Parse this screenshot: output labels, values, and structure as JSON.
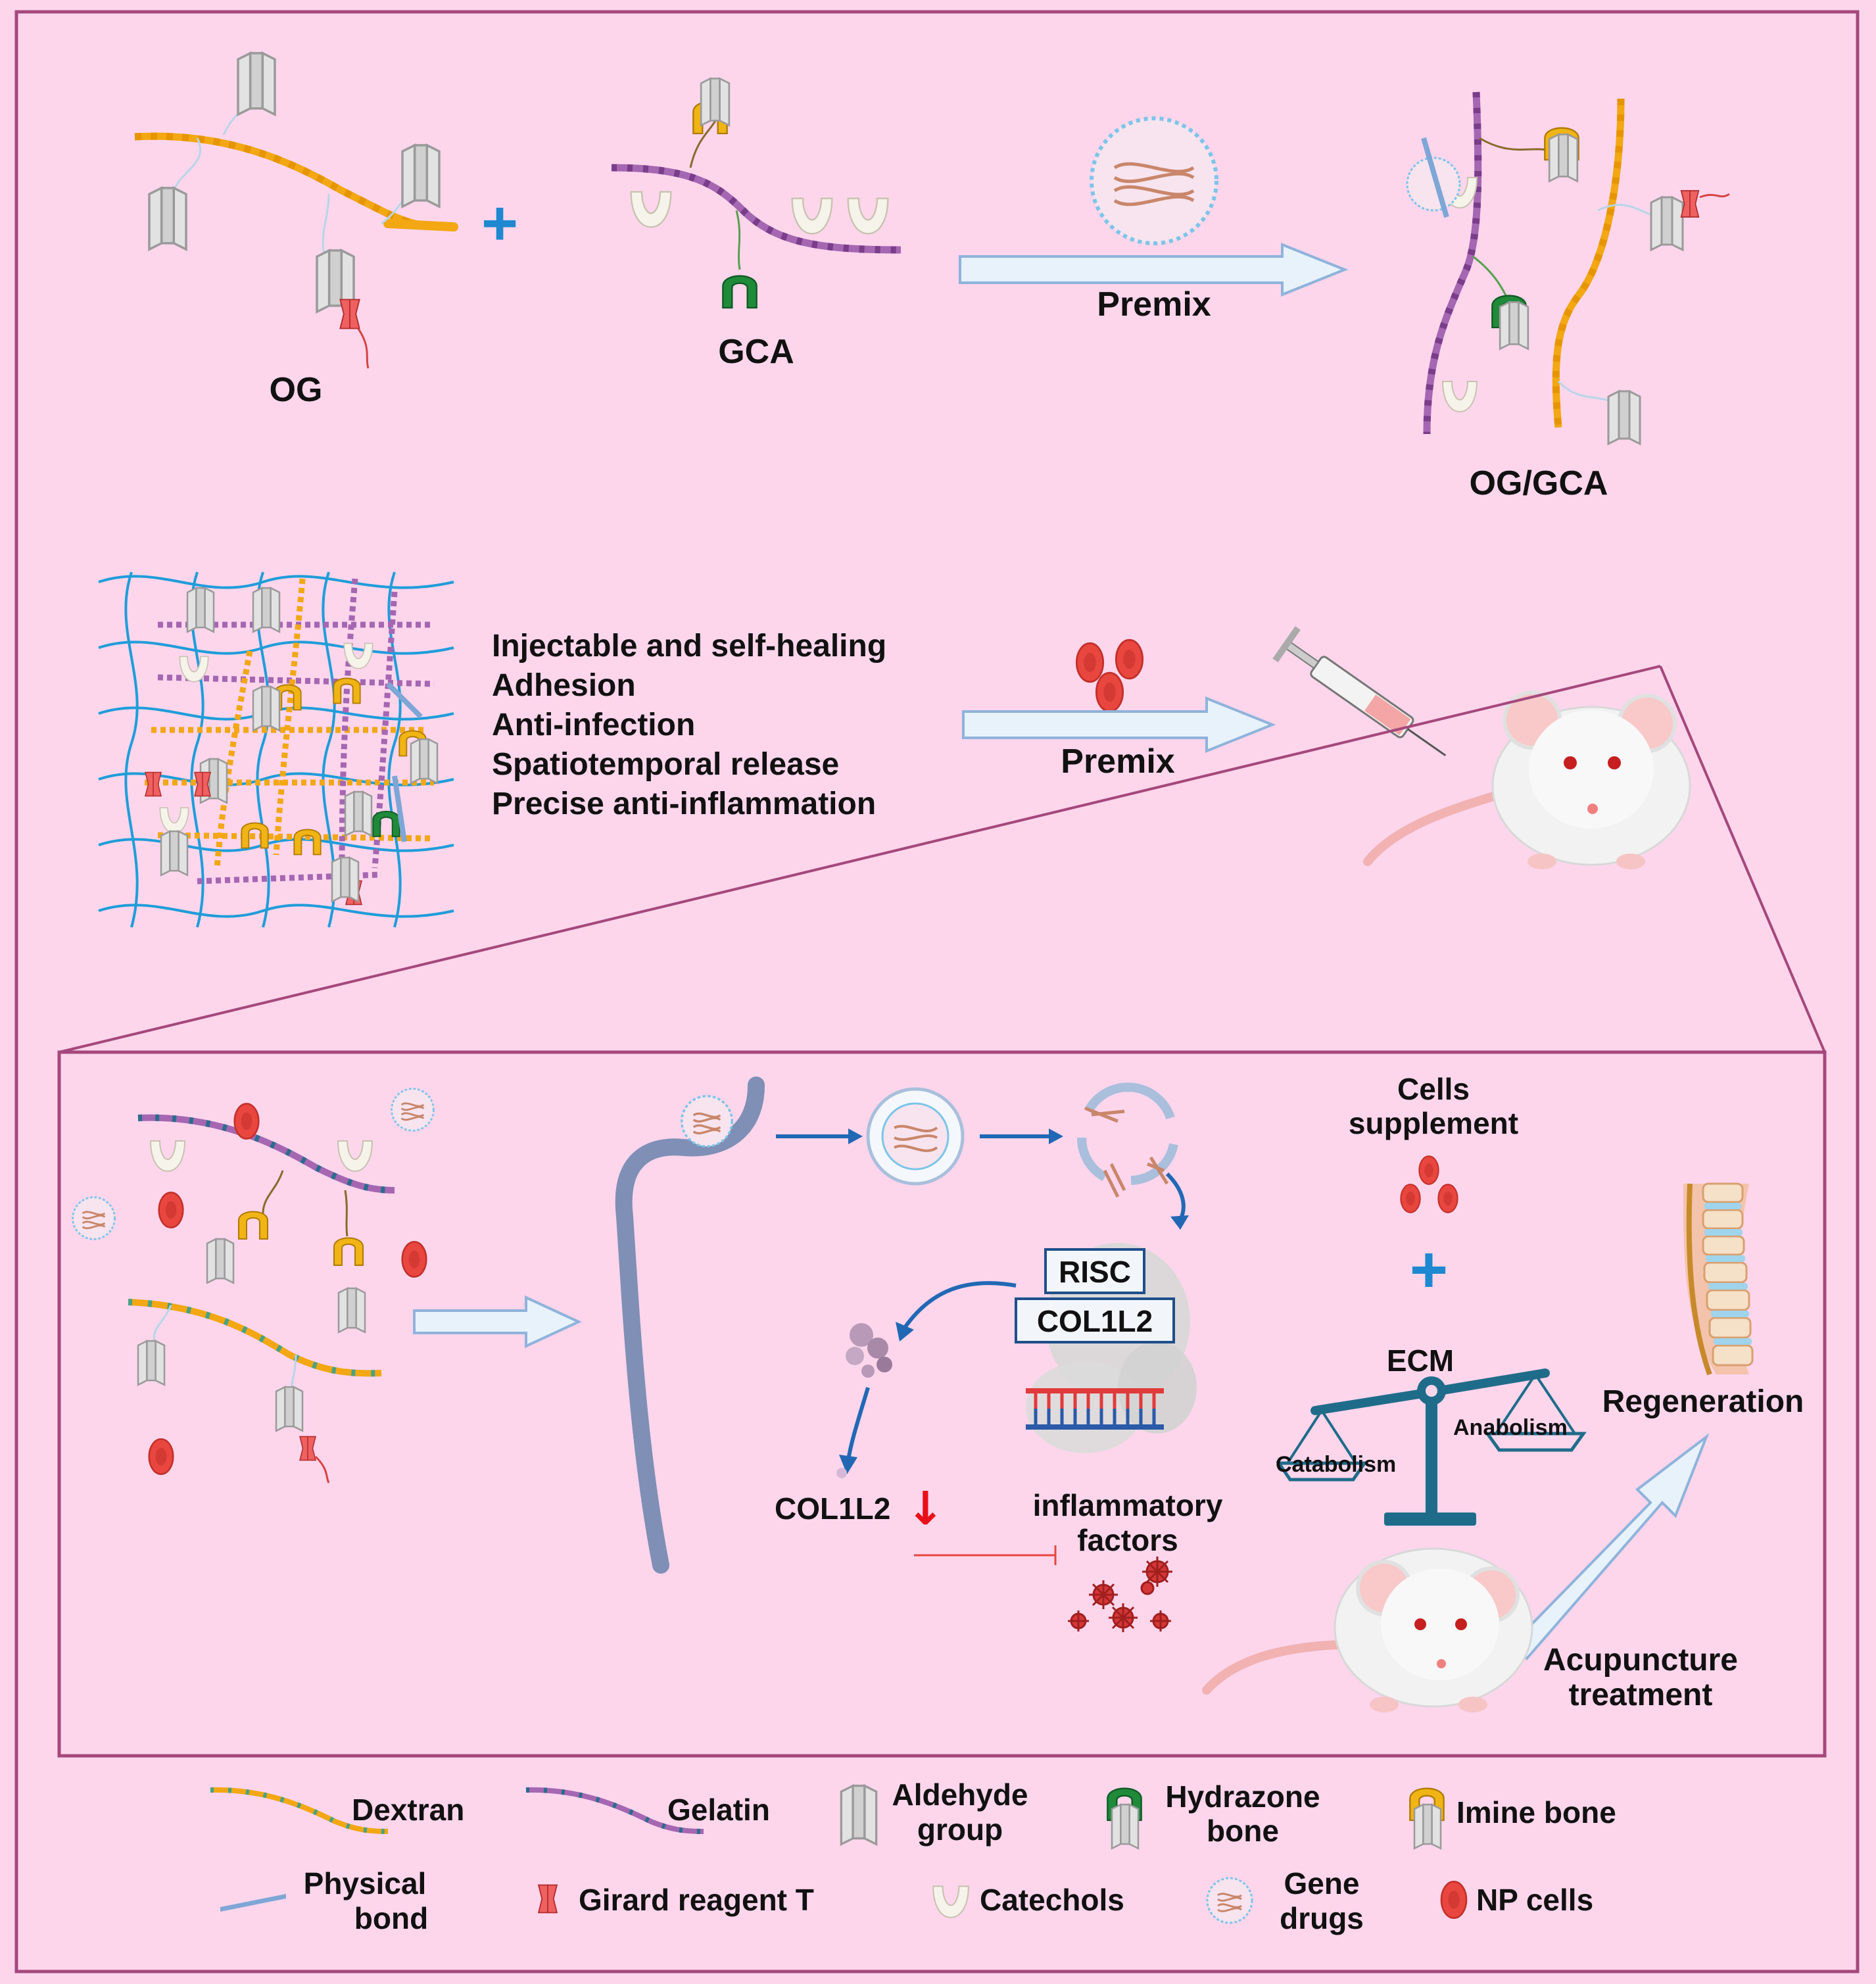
{
  "colors": {
    "background": "#fdd6ec",
    "frame": "#a5487c",
    "dextran": "#f2a713",
    "dextran_accent": "#49a283",
    "gelatin": "#a566b2",
    "gelatin_accent": "#2a6d8c",
    "aldehyde": "#d9d9d9",
    "catechol": "#f4f1e6",
    "hydrazone": "#1f8a3a",
    "imine": "#f0b415",
    "girard": "#ef5a5a",
    "np_cell": "#e8463f",
    "network": "#1f9dd9",
    "arrow_fill": "#e8f2fb",
    "arrow_stroke": "#8fb3db",
    "pathway_arrow": "#2168b4",
    "membrane": "#7f8fb5",
    "inhibit": "#e8463f",
    "plus": "#1e88d0"
  },
  "top": {
    "og_label": "OG",
    "gca_label": "GCA",
    "premix_label": "Premix",
    "oggca_label": "OG/GCA"
  },
  "middle": {
    "properties": [
      "Injectable and self-healing",
      "Adhesion",
      "Anti-infection",
      "Spatiotemporal release",
      "Precise anti-inflammation"
    ],
    "premix_label": "Premix"
  },
  "mechanism": {
    "risc_label": "RISC",
    "target_label": "COL1L2",
    "col1l2_label": "COL1L2",
    "down_arrow": "↓",
    "inflammatory_line1": "inflammatory",
    "inflammatory_line2": "factors",
    "cells_line1": "Cells",
    "cells_line2": "supplement",
    "ecm_label": "ECM",
    "anabolism_label": "Anabolism",
    "catabolism_label": "Catabolism",
    "regeneration_label": "Regeneration",
    "acupuncture_line1": "Acupuncture",
    "acupuncture_line2": "treatment"
  },
  "legend": {
    "dextran": "Dextran",
    "gelatin": "Gelatin",
    "aldehyde_line1": "Aldehyde",
    "aldehyde_line2": "group",
    "hydrazone_line1": "Hydrazone",
    "hydrazone_line2": "bone",
    "imine": "Imine bone",
    "physical_line1": "Physical",
    "physical_line2": "bond",
    "girard": "Girard reagent T",
    "catechols": "Catechols",
    "gene_line1": "Gene",
    "gene_line2": "drugs",
    "np_cells": "NP cells"
  }
}
